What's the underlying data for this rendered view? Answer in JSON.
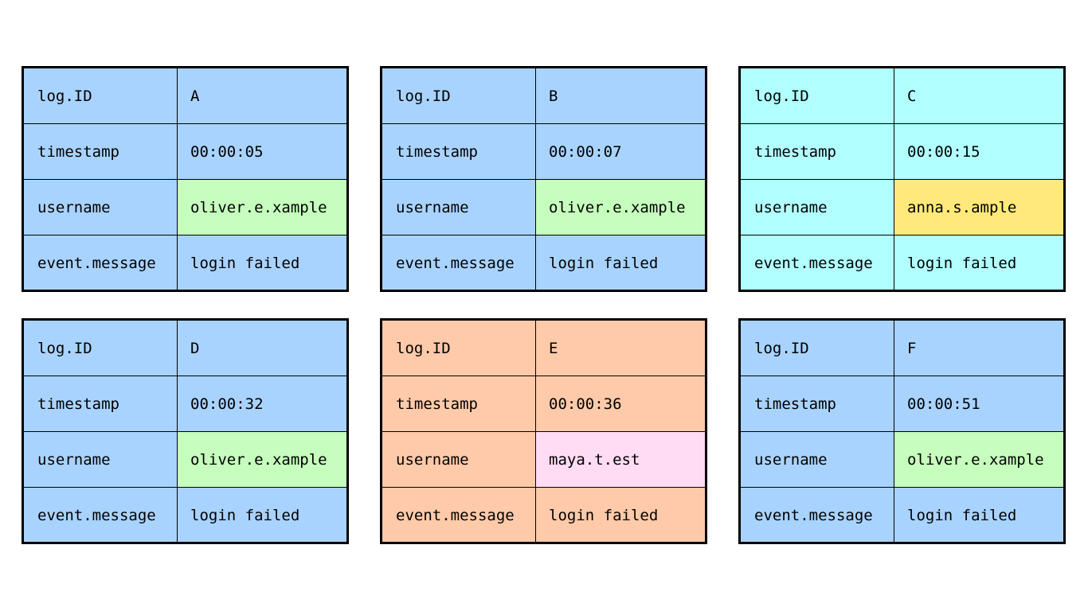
{
  "colors": {
    "blue": "#a9d3ff",
    "cyan": "#b1ffff",
    "orange": "#ffcaa9",
    "green": "#c6ffbd",
    "yellow": "#ffe97a",
    "pink": "#ffdcf4"
  },
  "labels": {
    "id": "log.ID",
    "timestamp": "timestamp",
    "username": "username",
    "message": "event.message"
  },
  "cards": [
    {
      "id": "A",
      "timestamp": "00:00:05",
      "username": "oliver.e.xample",
      "message": "login failed",
      "card_color": "#a9d3ff",
      "username_color": "#c6ffbd"
    },
    {
      "id": "B",
      "timestamp": "00:00:07",
      "username": "oliver.e.xample",
      "message": "login failed",
      "card_color": "#a9d3ff",
      "username_color": "#c6ffbd"
    },
    {
      "id": "C",
      "timestamp": "00:00:15",
      "username": "anna.s.ample",
      "message": "login failed",
      "card_color": "#b1ffff",
      "username_color": "#ffe97a"
    },
    {
      "id": "D",
      "timestamp": "00:00:32",
      "username": "oliver.e.xample",
      "message": "login failed",
      "card_color": "#a9d3ff",
      "username_color": "#c6ffbd"
    },
    {
      "id": "E",
      "timestamp": "00:00:36",
      "username": "maya.t.est",
      "message": "login failed",
      "card_color": "#ffcaa9",
      "username_color": "#ffdcf4"
    },
    {
      "id": "F",
      "timestamp": "00:00:51",
      "username": "oliver.e.xample",
      "message": "login failed",
      "card_color": "#a9d3ff",
      "username_color": "#c6ffbd"
    }
  ]
}
